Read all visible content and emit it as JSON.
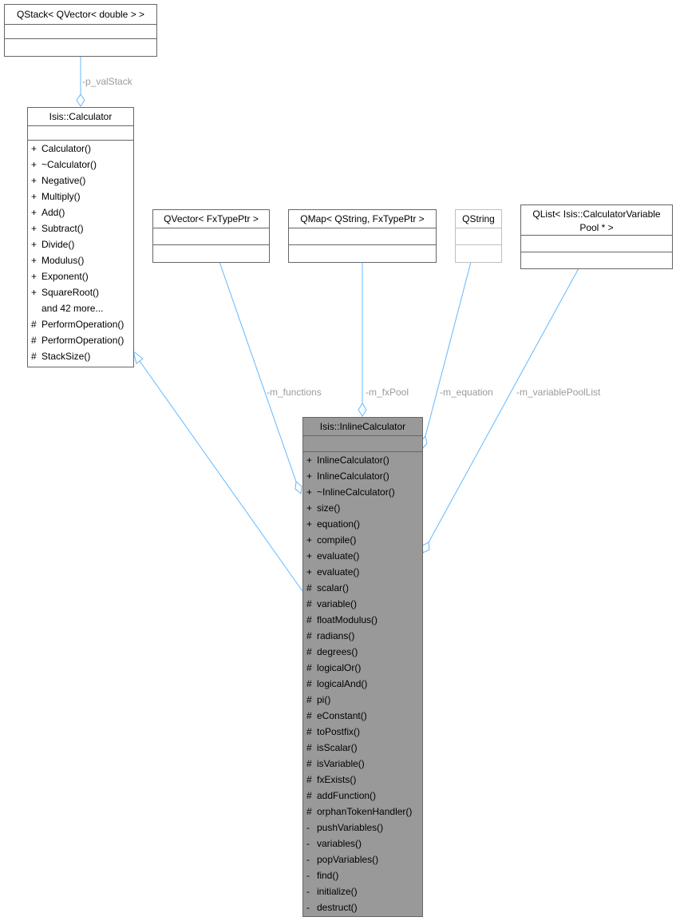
{
  "colors": {
    "edge": "#63b8ff",
    "border": "#666666",
    "faded_border": "#bfbfbf",
    "focus_fill": "#999999",
    "label": "#9a9a9a"
  },
  "classes": {
    "qstack": {
      "title": [
        "QStack< QVector< double > >"
      ],
      "members": []
    },
    "calculator": {
      "title": [
        "Isis::Calculator"
      ],
      "members": [
        {
          "v": "+",
          "n": "Calculator()"
        },
        {
          "v": "+",
          "n": "~Calculator()"
        },
        {
          "v": "+",
          "n": "Negative()"
        },
        {
          "v": "+",
          "n": "Multiply()"
        },
        {
          "v": "+",
          "n": "Add()"
        },
        {
          "v": "+",
          "n": "Subtract()"
        },
        {
          "v": "+",
          "n": "Divide()"
        },
        {
          "v": "+",
          "n": "Modulus()"
        },
        {
          "v": "+",
          "n": "Exponent()"
        },
        {
          "v": "+",
          "n": "SquareRoot()"
        },
        {
          "v": "",
          "n": "and 42 more..."
        },
        {
          "v": "#",
          "n": "PerformOperation()"
        },
        {
          "v": "#",
          "n": "PerformOperation()"
        },
        {
          "v": "#",
          "n": "StackSize()"
        }
      ]
    },
    "qvector": {
      "title": [
        "QVector< FxTypePtr >"
      ],
      "members": []
    },
    "qmap": {
      "title": [
        "QMap< QString, FxTypePtr >"
      ],
      "members": []
    },
    "qstring": {
      "title": [
        "QString"
      ],
      "members": []
    },
    "qlist": {
      "title": [
        "QList< Isis::CalculatorVariable",
        "Pool * >"
      ],
      "members": []
    },
    "inline": {
      "title": [
        "Isis::InlineCalculator"
      ],
      "members": [
        {
          "v": "+",
          "n": "InlineCalculator()"
        },
        {
          "v": "+",
          "n": "InlineCalculator()"
        },
        {
          "v": "+",
          "n": "~InlineCalculator()"
        },
        {
          "v": "+",
          "n": "size()"
        },
        {
          "v": "+",
          "n": "equation()"
        },
        {
          "v": "+",
          "n": "compile()"
        },
        {
          "v": "+",
          "n": "evaluate()"
        },
        {
          "v": "+",
          "n": "evaluate()"
        },
        {
          "v": "#",
          "n": "scalar()"
        },
        {
          "v": "#",
          "n": "variable()"
        },
        {
          "v": "#",
          "n": "floatModulus()"
        },
        {
          "v": "#",
          "n": "radians()"
        },
        {
          "v": "#",
          "n": "degrees()"
        },
        {
          "v": "#",
          "n": "logicalOr()"
        },
        {
          "v": "#",
          "n": "logicalAnd()"
        },
        {
          "v": "#",
          "n": "pi()"
        },
        {
          "v": "#",
          "n": "eConstant()"
        },
        {
          "v": "#",
          "n": "toPostfix()"
        },
        {
          "v": "#",
          "n": "isScalar()"
        },
        {
          "v": "#",
          "n": "isVariable()"
        },
        {
          "v": "#",
          "n": "fxExists()"
        },
        {
          "v": "#",
          "n": "addFunction()"
        },
        {
          "v": "#",
          "n": "orphanTokenHandler()"
        },
        {
          "v": "-",
          "n": "pushVariables()"
        },
        {
          "v": "-",
          "n": "variables()"
        },
        {
          "v": "-",
          "n": "popVariables()"
        },
        {
          "v": "-",
          "n": "find()"
        },
        {
          "v": "-",
          "n": "initialize()"
        },
        {
          "v": "-",
          "n": "destruct()"
        }
      ]
    }
  },
  "edges": {
    "p_valStack": "-p_valStack",
    "m_functions": "-m_functions",
    "m_fxPool": "-m_fxPool",
    "m_equation": "-m_equation",
    "m_variablePoolList": "-m_variablePoolList"
  }
}
